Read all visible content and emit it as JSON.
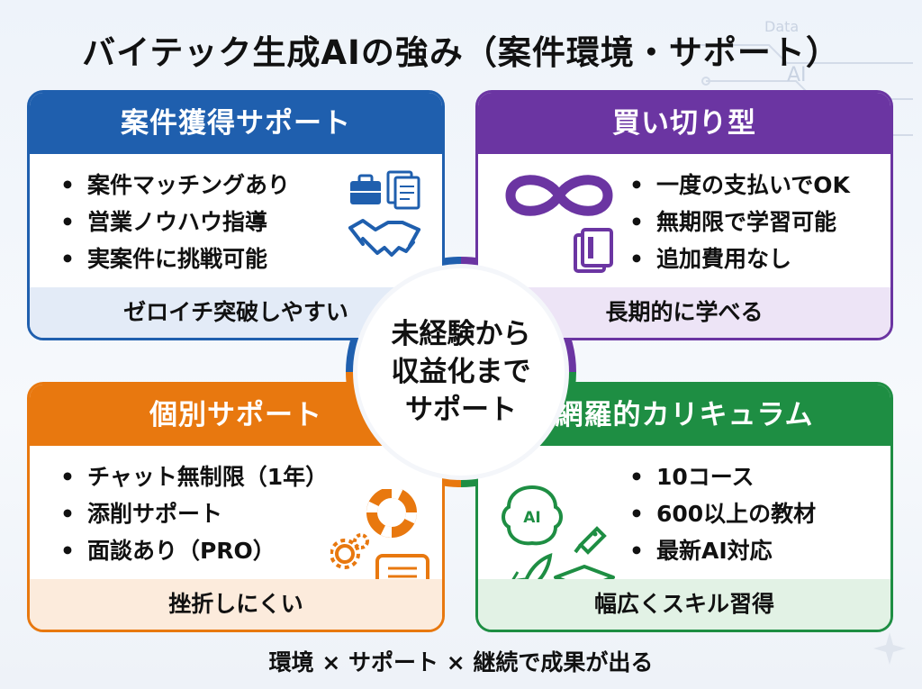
{
  "title": "バイテック生成AIの強み（案件環境・サポート）",
  "background_text": [
    "Data",
    "AI"
  ],
  "center": {
    "lines": [
      "未経験から",
      "収益化まで",
      "サポート"
    ]
  },
  "cards": [
    {
      "title": "案件獲得サポート",
      "color": "#1f5fae",
      "items": [
        "案件マッチングあり",
        "営業ノウハウ指導",
        "実案件に挑戦可能"
      ],
      "footer": "ゼロイチ突破しやすい",
      "icons": [
        "briefcase-icon",
        "documents-icon",
        "handshake-icon"
      ]
    },
    {
      "title": "買い切り型",
      "color": "#6b35a2",
      "items": [
        "一度の支払いでOK",
        "無期限で学習可能",
        "追加費用なし"
      ],
      "footer": "長期的に学べる",
      "icons": [
        "infinity-icon",
        "books-icon"
      ]
    },
    {
      "title": "個別サポート",
      "color": "#e8780f",
      "items": [
        "チャット無制限（1年）",
        "添削サポート",
        "面談あり（PRO）"
      ],
      "footer": "挫折しにくい",
      "icons": [
        "lifebuoy-icon",
        "gears-icon",
        "chat-bubble-icon"
      ]
    },
    {
      "title": "網羅的カリキュラム",
      "color": "#1e8e43",
      "items": [
        "10コース",
        "600以上の教材",
        "最新AI対応"
      ],
      "footer": "幅広くスキル習得",
      "icons": [
        "ai-brain-icon",
        "pen-nib-icon",
        "rocket-icon",
        "graduation-cap-icon"
      ],
      "icon_text": "AI"
    }
  ],
  "footer": "環境 × サポート × 継続で成果が出る"
}
